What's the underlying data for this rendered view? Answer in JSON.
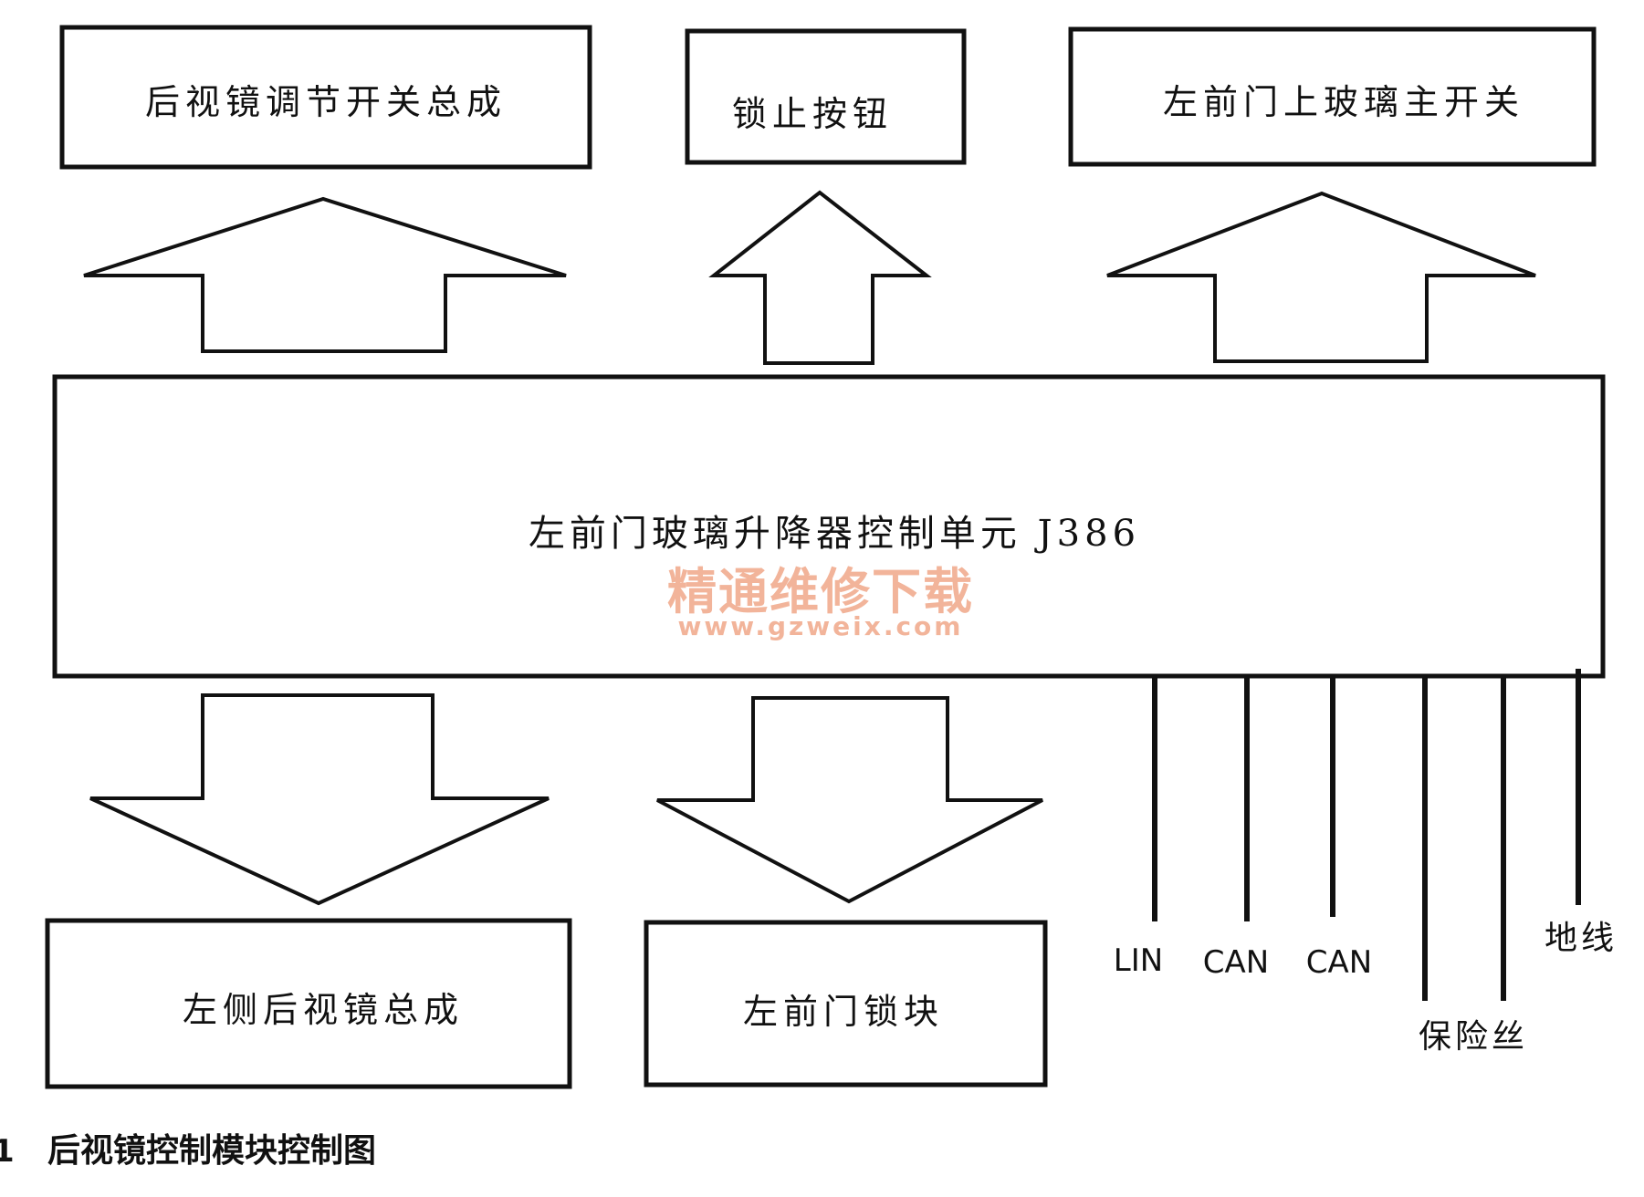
{
  "top_boxes": {
    "mirror_switch": "后视镜调节开关总成",
    "lock_button": "锁止按钮",
    "window_master_switch": "左前门上玻璃主开关"
  },
  "control_unit": {
    "label": "左前门玻璃升降器控制单元 J386"
  },
  "bottom_boxes": {
    "left_mirror": "左侧后视镜总成",
    "door_lock": "左前门锁块"
  },
  "wires": {
    "lin": "LIN",
    "can1": "CAN",
    "can2": "CAN",
    "fuse": "保险丝",
    "ground": "地线"
  },
  "watermark": {
    "title": "精通维修下载",
    "url": "www.gzweix.com"
  },
  "caption": {
    "number": "1",
    "text": "后视镜控制模块控制图"
  }
}
